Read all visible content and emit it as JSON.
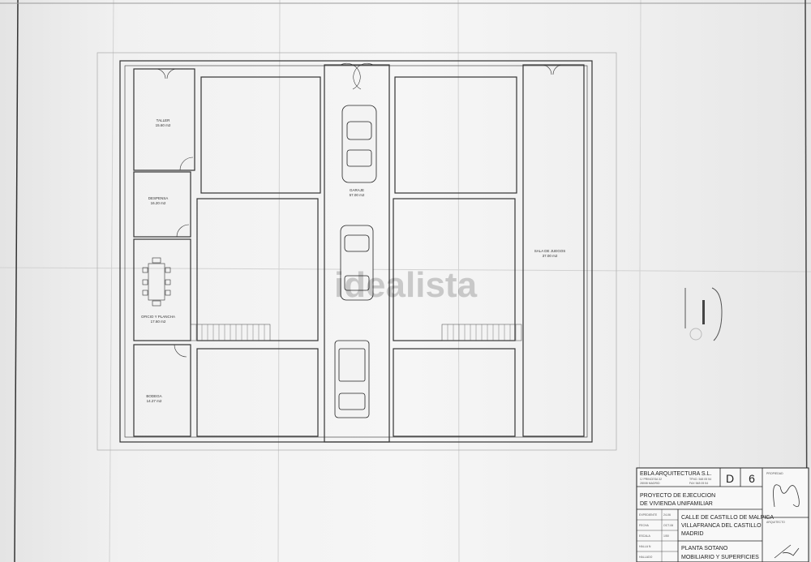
{
  "plan": {
    "rooms": [
      {
        "name": "TALLER",
        "area": "15.60 m2"
      },
      {
        "name": "DESPENSA",
        "area": "16.20 m2"
      },
      {
        "name": "OFICIO Y PLANCHA",
        "area": "17.60 m2"
      },
      {
        "name": "BODEGA",
        "area": "14.27 m2"
      },
      {
        "name": "GARAJE",
        "area": "57.00 m2"
      },
      {
        "name": "SALA DE JUEGOS",
        "area": "37.00 m2"
      }
    ],
    "watermark": "idealista"
  },
  "title_block": {
    "firm": "EBLA ARQUITECTURA S.L.",
    "address1": "C/ PRINCESA 32",
    "address2": "28008 MADRID",
    "phone": "TFNO. 548 05 54",
    "fax": "FAX 548 05 54",
    "sheet_letter": "D",
    "sheet_number": "6",
    "owner_label": "PROPIEDAD",
    "architect_label": "ARQUITECTO",
    "project_line1": "PROYECTO DE EJECUCION",
    "project_line2": "DE VIVIENDA UNIFAMILIAR",
    "meta": [
      {
        "label": "EXPEDIENTE",
        "value": "24-06"
      },
      {
        "label": "FECHA",
        "value": "OCT-06"
      },
      {
        "label": "ESCALA",
        "value": "1/50"
      },
      {
        "label": "HALLA N",
        "value": ""
      },
      {
        "label": "HALLADO",
        "value": ""
      }
    ],
    "location_line1": "CALLE DE CASTILLO DE MALPICA",
    "location_line2": "VILLAFRANCA DEL CASTILLO",
    "location_line3": "MADRID",
    "drawing_line1": "PLANTA SOTANO",
    "drawing_line2": "MOBILIARIO Y SUPERFICIES"
  }
}
